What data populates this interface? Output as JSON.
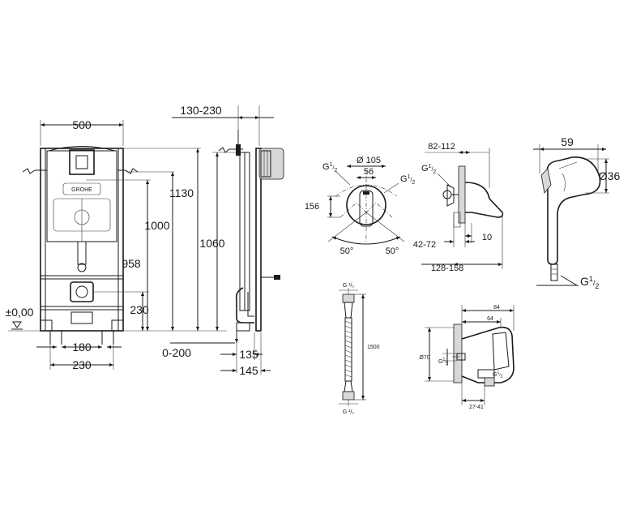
{
  "frame": {
    "brand": "GROHE",
    "width": "500",
    "height_1130": "1130",
    "height_1000": "1000",
    "height_958": "958",
    "height_230": "230",
    "floor_level": "±0,00",
    "width_180": "180",
    "width_230": "230"
  },
  "side": {
    "depth_range": "130-230",
    "height_1060": "1060",
    "floor_range": "0-200",
    "depth_135": "135",
    "depth_145": "145"
  },
  "mixer_front": {
    "diameter": "Ø 105",
    "width_56": "56",
    "thread_left_base": "G",
    "thread_left_sup": "1",
    "thread_left_sub": "2",
    "thread_right_base": "G",
    "thread_right_sup": "1",
    "thread_right_sub": "2",
    "height_156": "156",
    "angle_left": "50°",
    "angle_right": "50°"
  },
  "mixer_side": {
    "range_82_112": "82-112",
    "thread_base": "G",
    "thread_sup": "1",
    "thread_sub": "2",
    "range_42_72": "42-72",
    "depth_10": "10",
    "range_128_158": "128-158"
  },
  "handshower": {
    "width_59": "59",
    "diameter": "Ø36",
    "thread_base": "G",
    "thread_sup": "1",
    "thread_sub": "2"
  },
  "hose": {
    "length": "1500",
    "thread_top": "G ¹/₂",
    "thread_bottom": "G ¹/₂"
  },
  "holder": {
    "width_84": "84",
    "width_64": "64",
    "diameter": "Ø70",
    "thread_base": "G",
    "thread_sup": "1",
    "thread_sub": "2",
    "range_27_41": "27-41"
  }
}
